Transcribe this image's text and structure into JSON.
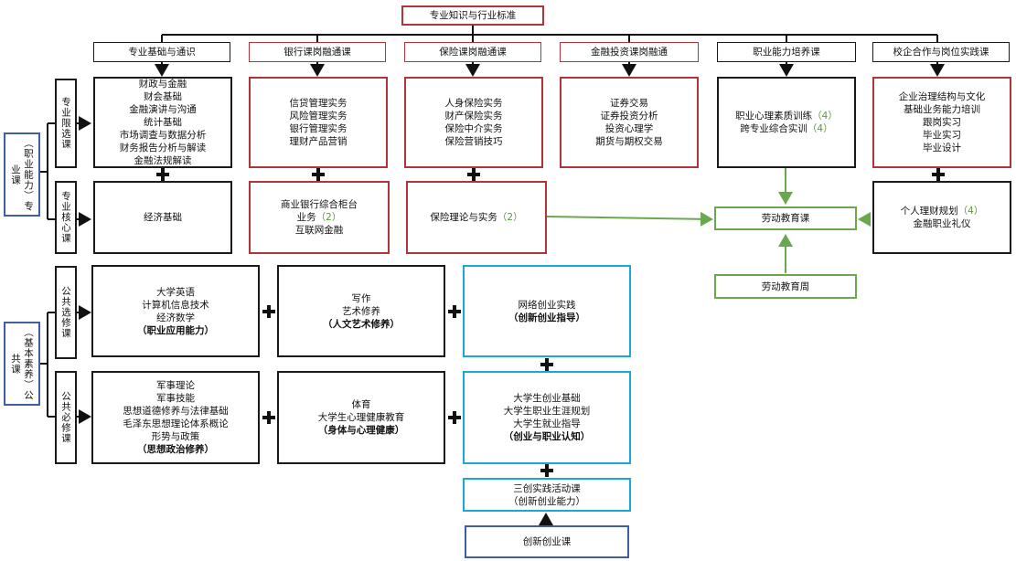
{
  "top": {
    "title": "专业知识与行业标准"
  },
  "headers": [
    "专业基础与通识",
    "银行课岗融通课",
    "保险课岗融通课",
    "金融投资课岗融通",
    "职业能力培养课",
    "校企合作与岗位实践课"
  ],
  "left_groups": {
    "professional": "（职业能力）专业课",
    "public": "（基本素养）公共课"
  },
  "side_labels": {
    "restricted": "专业限选课",
    "core": "专业核心课",
    "pub_elective": "公共选修课",
    "pub_required": "公共必修课"
  },
  "restricted": {
    "foundation": [
      "财政与金融",
      "财会基础",
      "金融演讲与沟通",
      "统计基础",
      "市场调查与数据分析",
      "财务报告分析与解读",
      "金融法规解读"
    ],
    "bank": [
      "信贷管理实务",
      "风险管理实务",
      "银行管理实务",
      "理财产品营销"
    ],
    "insurance": [
      "人身保险实务",
      "财产保险实务",
      "保险中介实务",
      "保险营销技巧"
    ],
    "investment": [
      "证券交易",
      "证券投资分析",
      "投资心理学",
      "期货与期权交易"
    ],
    "career": {
      "lines": [
        "职业心理素质训练",
        "跨专业综合实训"
      ],
      "nums": [
        "（4）",
        "（4）"
      ]
    },
    "enterprise": [
      "企业治理结构与文化",
      "基础业务能力培训",
      "跟岗实习",
      "毕业实习",
      "毕业设计"
    ]
  },
  "core": {
    "foundation": "经济基础",
    "bank": {
      "line1": "商业银行综合柜台",
      "line2": "业务",
      "num2": "（2）",
      "line3": "互联网金融"
    },
    "insurance": {
      "text": "保险理论与实务",
      "num": "（2）"
    },
    "enterprise": {
      "line1": "个人理财规划",
      "num1": "（4）",
      "line2": "金融职业礼仪"
    }
  },
  "labor": {
    "course": "劳动教育课",
    "week": "劳动教育周"
  },
  "pub_elective": {
    "a": {
      "lines": [
        "大学英语",
        "计算机信息技术",
        "经济数学"
      ],
      "bold": "（职业应用能力）"
    },
    "b": {
      "lines": [
        "写作",
        "艺术修养"
      ],
      "bold": "（人文艺术修养）"
    },
    "c": {
      "lines": [
        "网络创业实践"
      ],
      "bold": "（创新创业指导）"
    }
  },
  "pub_required": {
    "a": {
      "lines": [
        "军事理论",
        "军事技能",
        "思想道德修养与法律基础",
        "毛泽东思想理论体系概论",
        "形势与政策"
      ],
      "bold": "（思想政治修养）"
    },
    "b": {
      "lines": [
        "体育",
        "大学生心理健康教育"
      ],
      "bold": "（身体与心理健康）"
    },
    "c": {
      "lines": [
        "大学生创业基础",
        "大学生职业生涯规划",
        "大学生就业指导"
      ],
      "bold": "（创业与职业认知）"
    }
  },
  "sanchuang": {
    "line1": "三创实践活动课",
    "line2": "（创新创业能力）"
  },
  "innovation": "创新创业课",
  "colors": {
    "red": "#b0343a",
    "green": "#6aa84f",
    "cyan": "#1aa9d6",
    "navy": "#3f5fa3",
    "black": "#1a1a1a"
  }
}
